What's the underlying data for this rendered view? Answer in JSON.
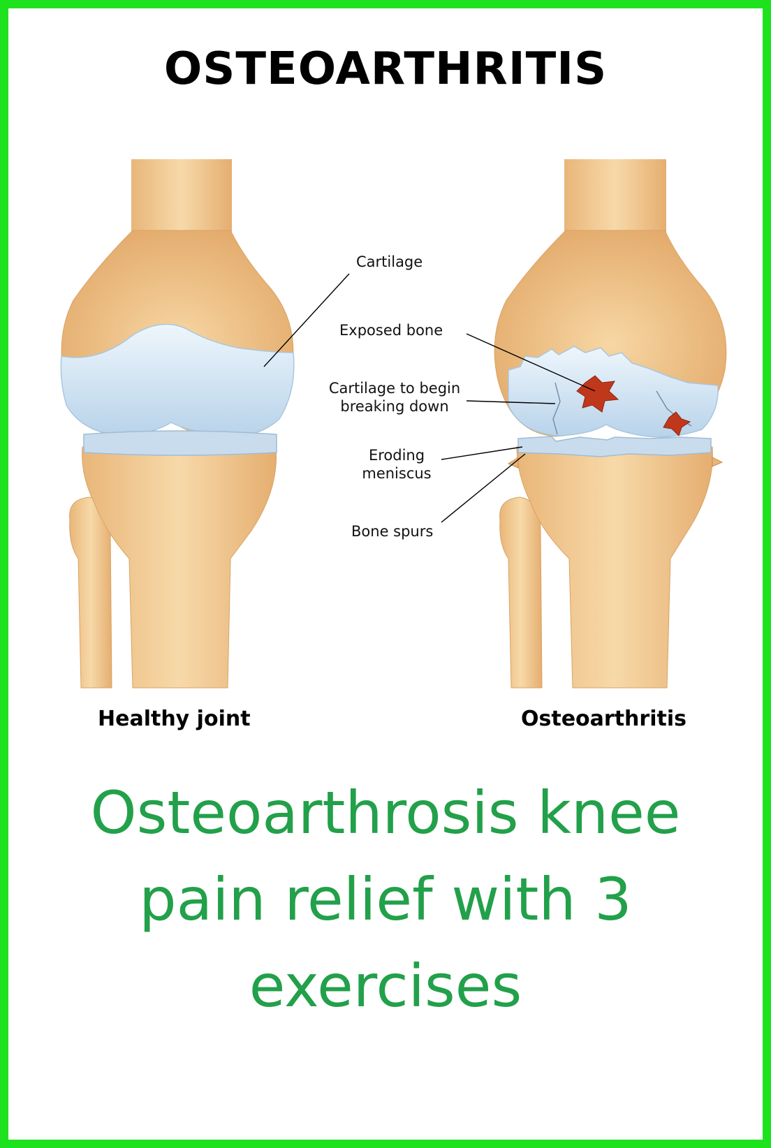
{
  "title": "OSTEOARTHRITIS",
  "labels": {
    "cartilage": "Cartilage",
    "exposed_bone": "Exposed bone",
    "cartilage_breaking_line1": "Cartilage to begin",
    "cartilage_breaking_line2": "breaking down",
    "eroding_line1": "Eroding",
    "eroding_line2": "meniscus",
    "bone_spurs": "Bone spurs"
  },
  "captions": {
    "left": "Healthy joint",
    "right": "Osteoarthritis"
  },
  "headline": {
    "line1": "Osteoarthrosis knee",
    "line2": "pain relief with 3",
    "line3": "exercises"
  },
  "colors": {
    "frame": "#1fe21f",
    "headline": "#22a04a",
    "bone": "#f2c98f",
    "cartilage": "#cfe3f3",
    "lesion": "#c0381c"
  }
}
